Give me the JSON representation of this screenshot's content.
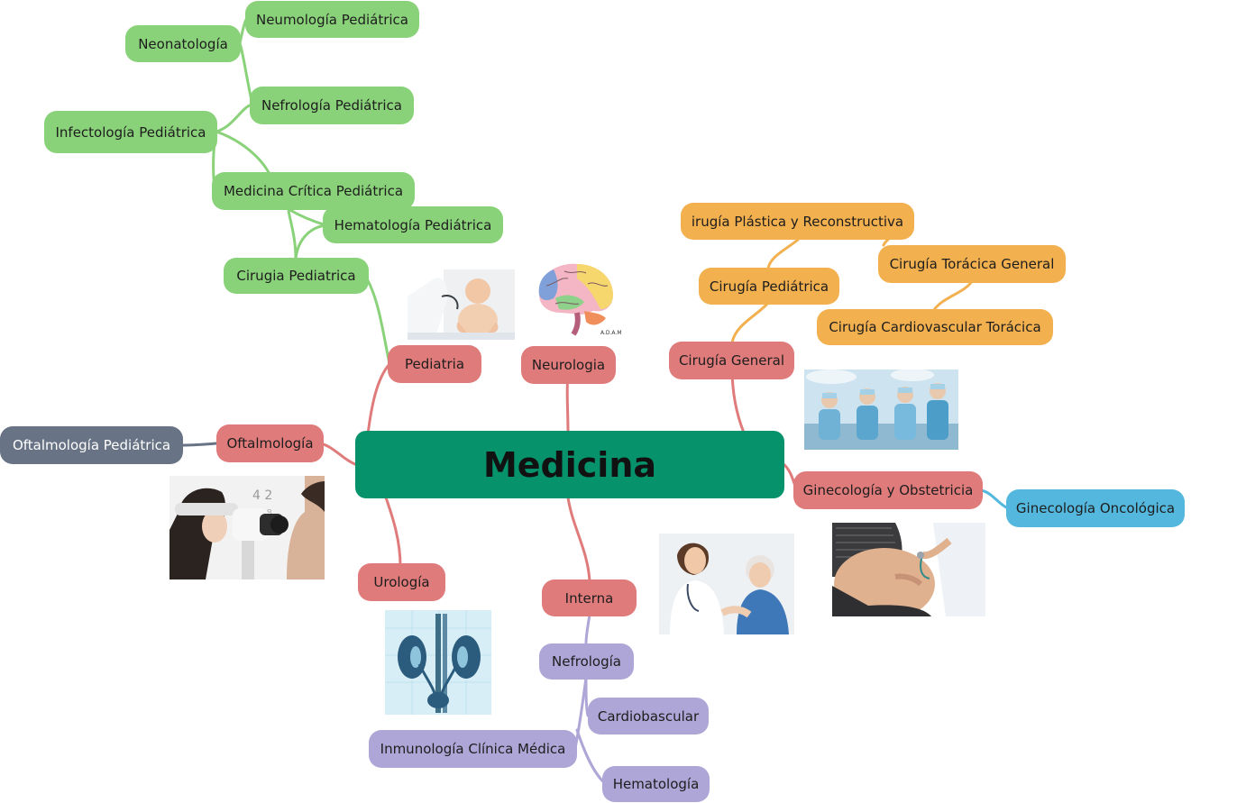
{
  "colors": {
    "root": "#06936c",
    "main": "#e07b7b",
    "green": "#8ad27a",
    "orange": "#f2b04f",
    "purple": "#ada6d6",
    "blue": "#54b8de",
    "gray": "#687385",
    "line_green": "#8ad27a",
    "line_orange": "#f2b04f",
    "line_purple": "#ada6d6",
    "line_blue": "#54b8de",
    "line_gray": "#687385",
    "line_main": "#e07b7b"
  },
  "root": {
    "label": "Medicina"
  },
  "branches": {
    "pediatria": "Pediatria",
    "neurologia": "Neurologia",
    "cirugia_general": "Cirugía General",
    "oftalmologia": "Oftalmología",
    "ginecologia": "Ginecología y Obstetricia",
    "urologia": "Urología",
    "interna": "Interna"
  },
  "pediatria_children": {
    "neumologia": "Neumología Pediátrica",
    "neonatologia": "Neonatología",
    "nefrologia": "Nefrología Pediátrica",
    "infectologia": "Infectología Pediátrica",
    "medicina_critica": "Medicina Crítica Pediátrica",
    "hematologia": "Hematología Pediátrica",
    "cirugia": "Cirugia Pediatrica"
  },
  "cirugia_children": {
    "plastica": "irugía Plástica y Reconstructiva",
    "toracica": "Cirugía Torácica General",
    "pediatrica": "Cirugía Pediátrica",
    "cardiovascular": "Cirugía Cardiovascular Torácica"
  },
  "oftalmologia_children": {
    "pediatrica": "Oftalmología Pediátrica"
  },
  "ginecologia_children": {
    "oncologica": "Ginecología Oncológica"
  },
  "interna_children": {
    "nefrologia": "Nefrología",
    "cardiobascular": "Cardiobascular",
    "inmunologia": "Inmunología Clínica Médica",
    "hematologia": "Hematología"
  },
  "images": {
    "baby": "baby-doctor-photo",
    "brain": "brain-illustration",
    "surgery": "surgery-team-photo",
    "eye_exam": "eye-exam-photo",
    "kidneys": "kidneys-illustration",
    "elderly_care": "nurse-elderly-photo",
    "pregnancy": "pregnancy-checkup-photo"
  }
}
